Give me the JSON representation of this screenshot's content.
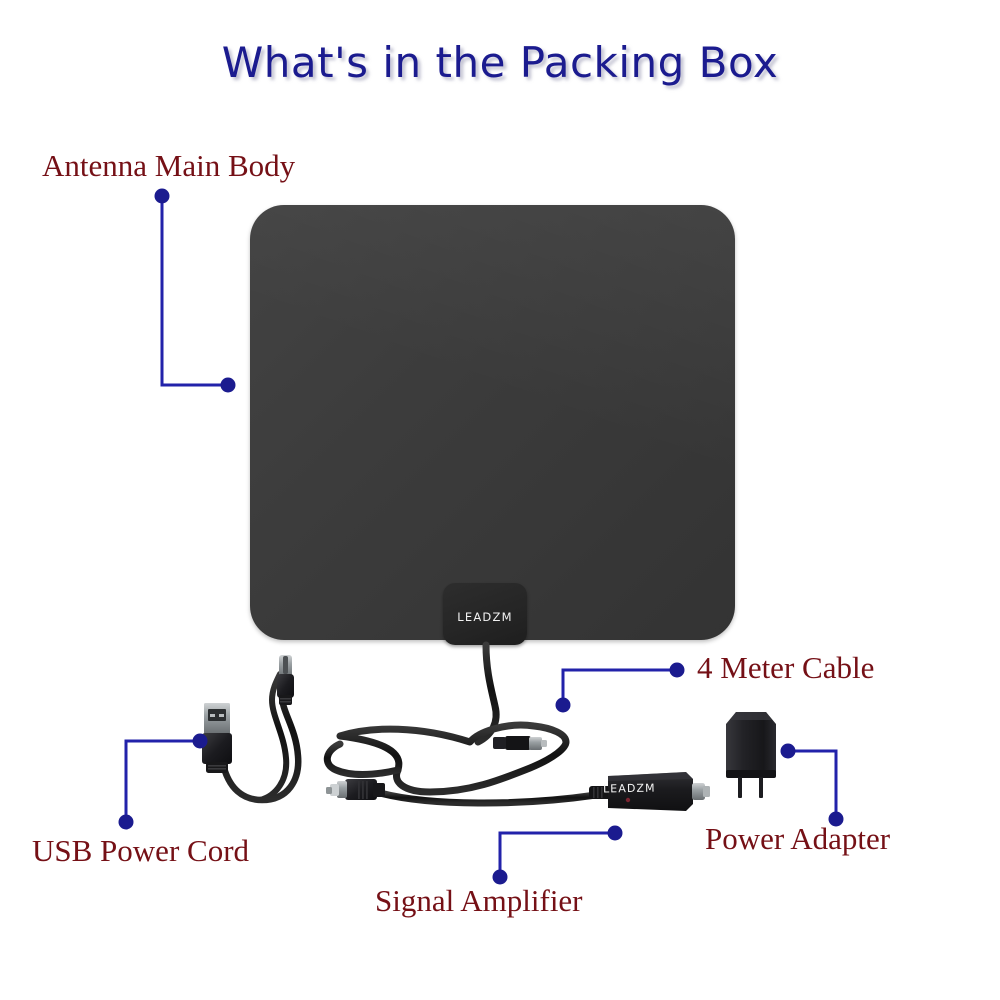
{
  "page": {
    "title": "What's in the Packing Box",
    "background_color": "#ffffff",
    "title_color": "#1b1b8f",
    "label_color": "#751016",
    "leader_color": "#2222aa"
  },
  "callouts": [
    {
      "id": "antenna-main-body",
      "label": "Antenna Main Body"
    },
    {
      "id": "four-meter-cable",
      "label": "4 Meter Cable"
    },
    {
      "id": "usb-power-cord",
      "label": "USB Power Cord"
    },
    {
      "id": "signal-amplifier",
      "label": "Signal Amplifier"
    },
    {
      "id": "power-adapter",
      "label": "Power Adapter"
    }
  ],
  "products": {
    "antenna": {
      "name": "Antenna Main Body",
      "brand": "LEADZM",
      "body_color": "#3c3c3c",
      "badge_color": "#252525"
    },
    "amplifier": {
      "name": "Signal Amplifier",
      "brand": "LEADZM",
      "body_color": "#1f1f1f"
    },
    "usb_cord": {
      "name": "USB Power Cord",
      "cable_color": "#151515"
    },
    "coax_cable": {
      "name": "4 Meter Cable",
      "cable_color": "#151515"
    },
    "power_adapter": {
      "name": "Power Adapter",
      "body_color": "#26262a"
    }
  }
}
